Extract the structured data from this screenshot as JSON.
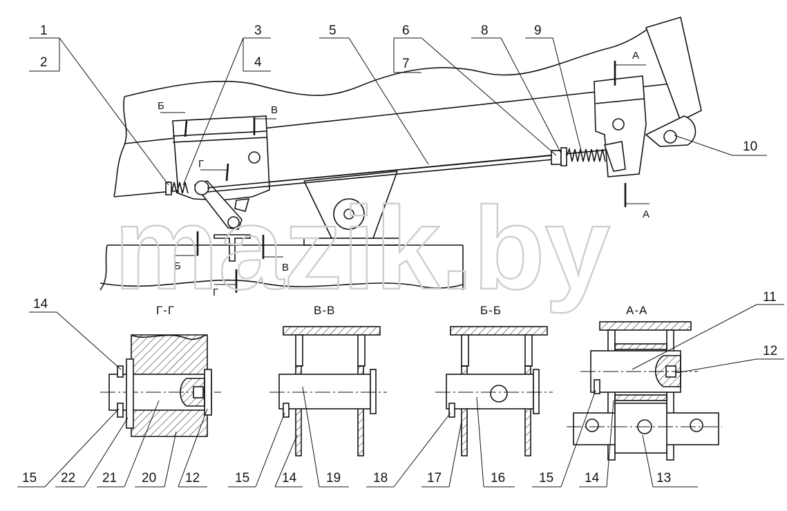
{
  "callouts": [
    "1",
    "2",
    "3",
    "4",
    "5",
    "6",
    "7",
    "8",
    "9",
    "10",
    "11",
    "12",
    "13",
    "14",
    "15",
    "16",
    "17",
    "18",
    "19",
    "20",
    "21",
    "22"
  ],
  "section_marks": {
    "A": "А",
    "B": "Б",
    "V": "В",
    "G": "Г"
  },
  "section_titles": {
    "gg": "Г-Г",
    "vv": "В-В",
    "bb": "Б-Б",
    "aa": "А-А"
  },
  "watermark": "mazik.by"
}
